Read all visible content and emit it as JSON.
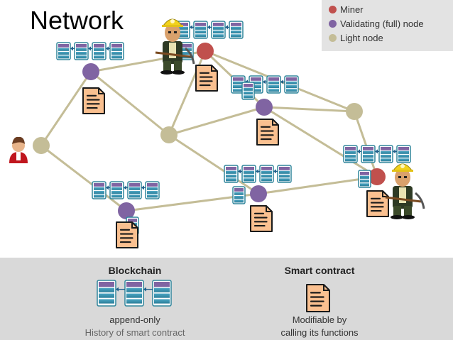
{
  "title": "Network",
  "legend": {
    "items": [
      {
        "label": "Miner",
        "color": "#c0504d"
      },
      {
        "label": "Validating (full) node",
        "color": "#8064a2"
      },
      {
        "label": "Light node",
        "color": "#c4bd97"
      }
    ]
  },
  "colors": {
    "edge": "#c4bd97",
    "miner": "#c0504d",
    "validating": "#8064a2",
    "light": "#c4bd97",
    "document_fill": "#fac090",
    "block_header": "#8064a2",
    "block_body": "#31859c",
    "panel": "#d9d9d9"
  },
  "icons": [
    "person-icon",
    "miner-icon",
    "blockchain-icon",
    "smart-contract-icon"
  ],
  "bottom": {
    "blockchain": {
      "heading": "Blockchain",
      "line1": "append-only",
      "line2": "History of smart contract"
    },
    "smart_contract": {
      "heading": "Smart contract",
      "line1": "Modifiable by",
      "line2": "calling its functions"
    }
  }
}
